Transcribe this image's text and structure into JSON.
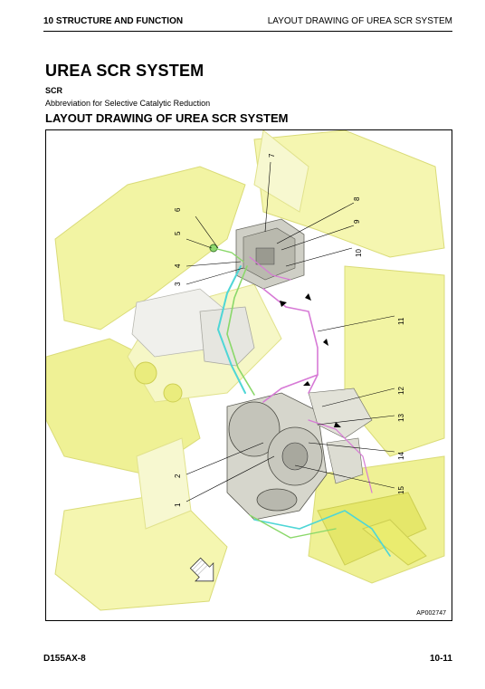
{
  "header": {
    "section": "10 STRUCTURE AND FUNCTION",
    "chapter_title": "LAYOUT DRAWING OF UREA SCR SYSTEM"
  },
  "content": {
    "title": "UREA SCR SYSTEM",
    "abbreviation": "SCR",
    "abbreviation_meaning": "Abbreviation for Selective Catalytic Reduction",
    "subtitle": "LAYOUT DRAWING OF UREA SCR SYSTEM"
  },
  "figure": {
    "id": "AP002747",
    "callouts": [
      "1",
      "2",
      "3",
      "4",
      "5",
      "6",
      "7",
      "8",
      "9",
      "10",
      "11",
      "12",
      "13",
      "14",
      "15"
    ],
    "colors": {
      "frame_yellow": "#eef08a",
      "frame_yellow_dark": "#d9dc55",
      "engine_gray": "#c8c8c0",
      "line_pink": "#d77ad6",
      "line_cyan": "#4fd6d6",
      "line_green": "#8ad86a"
    }
  },
  "footer": {
    "model": "D155AX-8",
    "page": "10-11"
  }
}
